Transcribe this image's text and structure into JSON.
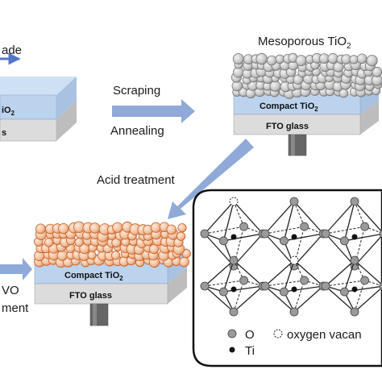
{
  "labels": {
    "top_left_fragment": "ade",
    "left_layer_fragment": "iO",
    "left_layer_fragment_sub": "2",
    "left_glass_fragment": "s",
    "mesoporous": "Mesoporous TiO",
    "mesoporous_sub": "2",
    "scraping": "Scraping",
    "annealing": "Annealing",
    "acid_treatment": "Acid treatment",
    "compact_tio2": "Compact TiO",
    "compact_tio2_sub": "2",
    "fto_glass": "FTO glass",
    "left_bottom_fragment_1": "VO",
    "left_bottom_fragment_2": "ment"
  },
  "legend": {
    "o_label": "O",
    "ti_label": "Ti",
    "vacancy_label": "oxygen vacan"
  },
  "colors": {
    "arrow": "#8fa9d8",
    "compact_layer": "#bcd3ee",
    "compact_side": "#a9c2e2",
    "glass_layer": "#dcdcdc",
    "glass_side": "#bdbdbd",
    "particle_grey": "#c9c9c9",
    "particle_orange_edge": "#d2692e",
    "particle_orange_fill": "#f3c7a8"
  }
}
